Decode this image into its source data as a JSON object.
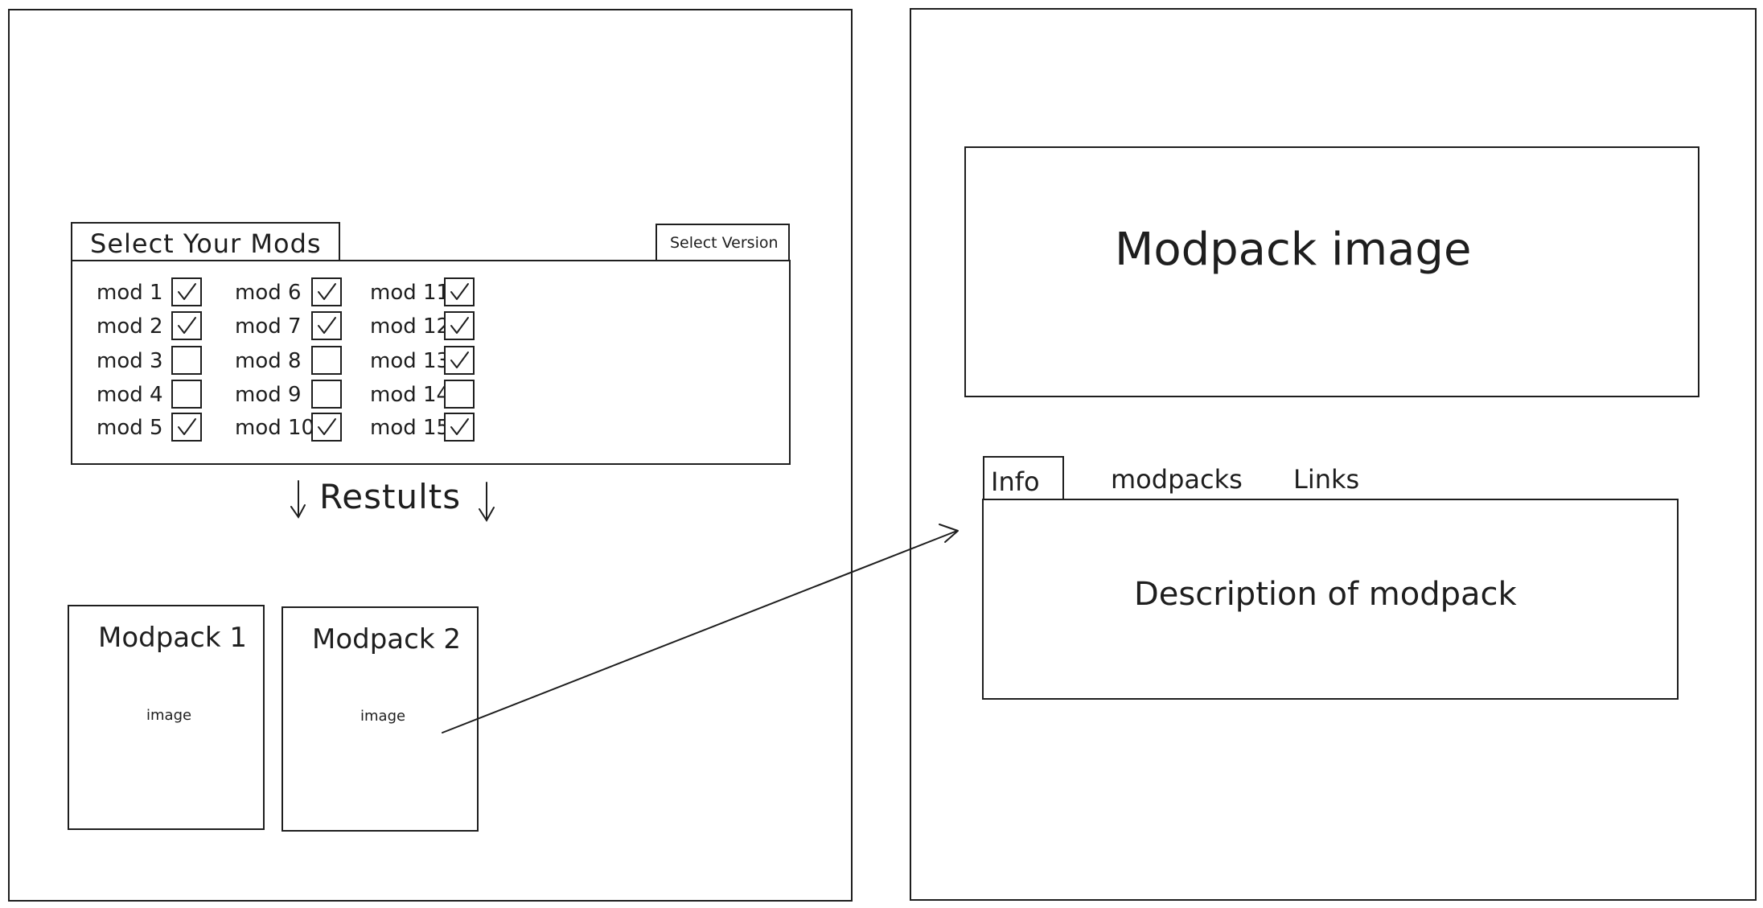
{
  "selector": {
    "title": "Select Your Mods",
    "version_button": "Select Version",
    "mods": [
      {
        "label": "mod 1",
        "checked": true
      },
      {
        "label": "mod 2",
        "checked": true
      },
      {
        "label": "mod 3",
        "checked": false
      },
      {
        "label": "mod 4",
        "checked": false
      },
      {
        "label": "mod 5",
        "checked": true
      },
      {
        "label": "mod 6",
        "checked": true
      },
      {
        "label": "mod 7",
        "checked": true
      },
      {
        "label": "mod 8",
        "checked": false
      },
      {
        "label": "mod 9",
        "checked": false
      },
      {
        "label": "mod 10",
        "checked": true
      },
      {
        "label": "mod 11",
        "checked": true
      },
      {
        "label": "mod 12",
        "checked": true
      },
      {
        "label": "mod 13",
        "checked": true
      },
      {
        "label": "mod 14",
        "checked": false
      },
      {
        "label": "mod 15",
        "checked": true
      }
    ]
  },
  "results": {
    "heading": "Restults",
    "cards": [
      {
        "title": "Modpack 1",
        "image_label": "image"
      },
      {
        "title": "Modpack 2",
        "image_label": "image"
      }
    ]
  },
  "detail": {
    "image_label": "Modpack image",
    "tabs": [
      {
        "label": "Info",
        "active": true
      },
      {
        "label": "modpacks",
        "active": false
      },
      {
        "label": "Links",
        "active": false
      }
    ],
    "description": "Description of modpack"
  },
  "icons": {
    "checkbox_mark": "check-icon",
    "down_arrow": "arrow-down-icon",
    "link_arrow": "arrow-right-icon"
  },
  "colors": {
    "stroke": "#1e1e1e",
    "background": "#ffffff"
  }
}
